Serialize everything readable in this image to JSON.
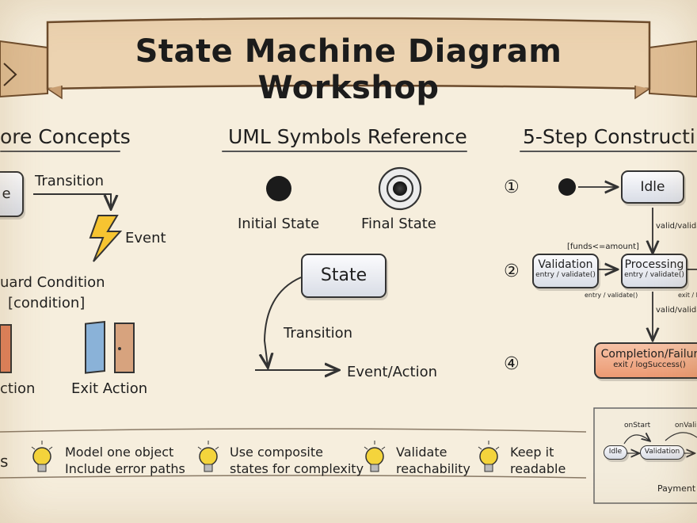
{
  "title": "State Machine Diagram Workshop",
  "sections": {
    "core": {
      "heading": "ore Concepts",
      "state_label": "e",
      "transition": "Transition",
      "event": "Event",
      "guard": "uard Condition",
      "guard_expr": "[condition]",
      "entry": "ction",
      "exit": "Exit Action"
    },
    "uml": {
      "heading": "UML Symbols Reference",
      "initial": "Initial State",
      "final": "Final State",
      "state": "State",
      "transition": "Transition",
      "event_action": "Event/Action"
    },
    "steps": {
      "heading": "5-Step Constructi",
      "step1": "①",
      "step2": "②",
      "step4": "④",
      "idle": "Idle",
      "valid1": "valid/valida",
      "funds": "[funds<=amount]",
      "validation": "Validation",
      "validation_entry": "entry / validate()",
      "processing": "Processing",
      "processing_entry": "entry / validate()",
      "entry_note": "entry / validate()",
      "exit_note": "exit / lo",
      "valid2": "valid/valida",
      "completion": "Completion/Failur",
      "completion_exit": "exit / logSuccess()",
      "mini": {
        "on_start": "onStart",
        "on_valid": "onValir",
        "idle": "Idle",
        "validation": "Validation",
        "caption": "Payment"
      }
    }
  },
  "tips": {
    "heading": "s",
    "items": [
      {
        "line1": "Model one object",
        "line2": "Include error paths"
      },
      {
        "line1": "Use composite",
        "line2": "states for complexity"
      },
      {
        "line1": "Validate",
        "line2": "reachability"
      },
      {
        "line1": "Keep it",
        "line2": "readable"
      }
    ]
  },
  "colors": {
    "paper": "#f6eedd",
    "banner": "#e8c9a3",
    "state_fill": "#d9dde6",
    "completion_fill": "#f0a883",
    "bulb": "#f4d43c",
    "event_bolt": "#f6c431"
  }
}
